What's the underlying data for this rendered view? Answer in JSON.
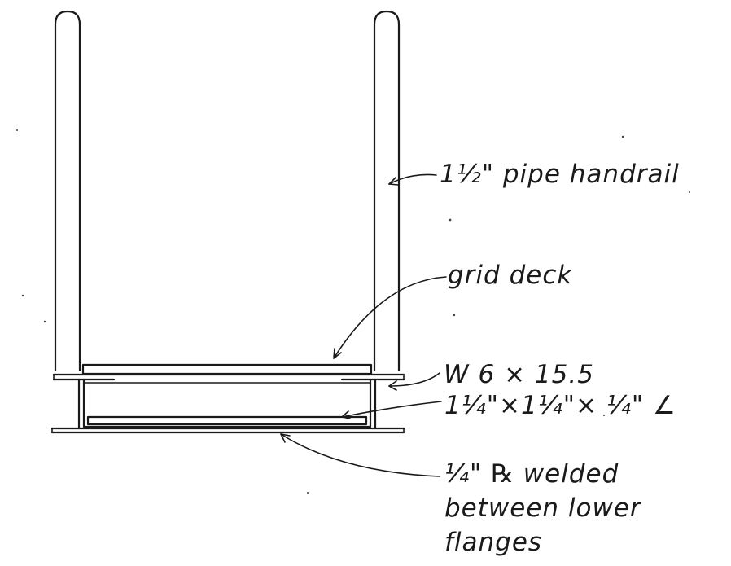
{
  "labels": {
    "handrail": "1½\" pipe handrail",
    "deck": "grid deck",
    "beam": "W 6 × 15.5",
    "angle": "1¼\"×1¼\"× ¼\" ∠",
    "plate_line1": "¼\" ℞ welded",
    "plate_line2": "between lower",
    "plate_line3": "flanges"
  },
  "colors": {
    "ink": "#1a1a1a",
    "background": "#ffffff"
  }
}
